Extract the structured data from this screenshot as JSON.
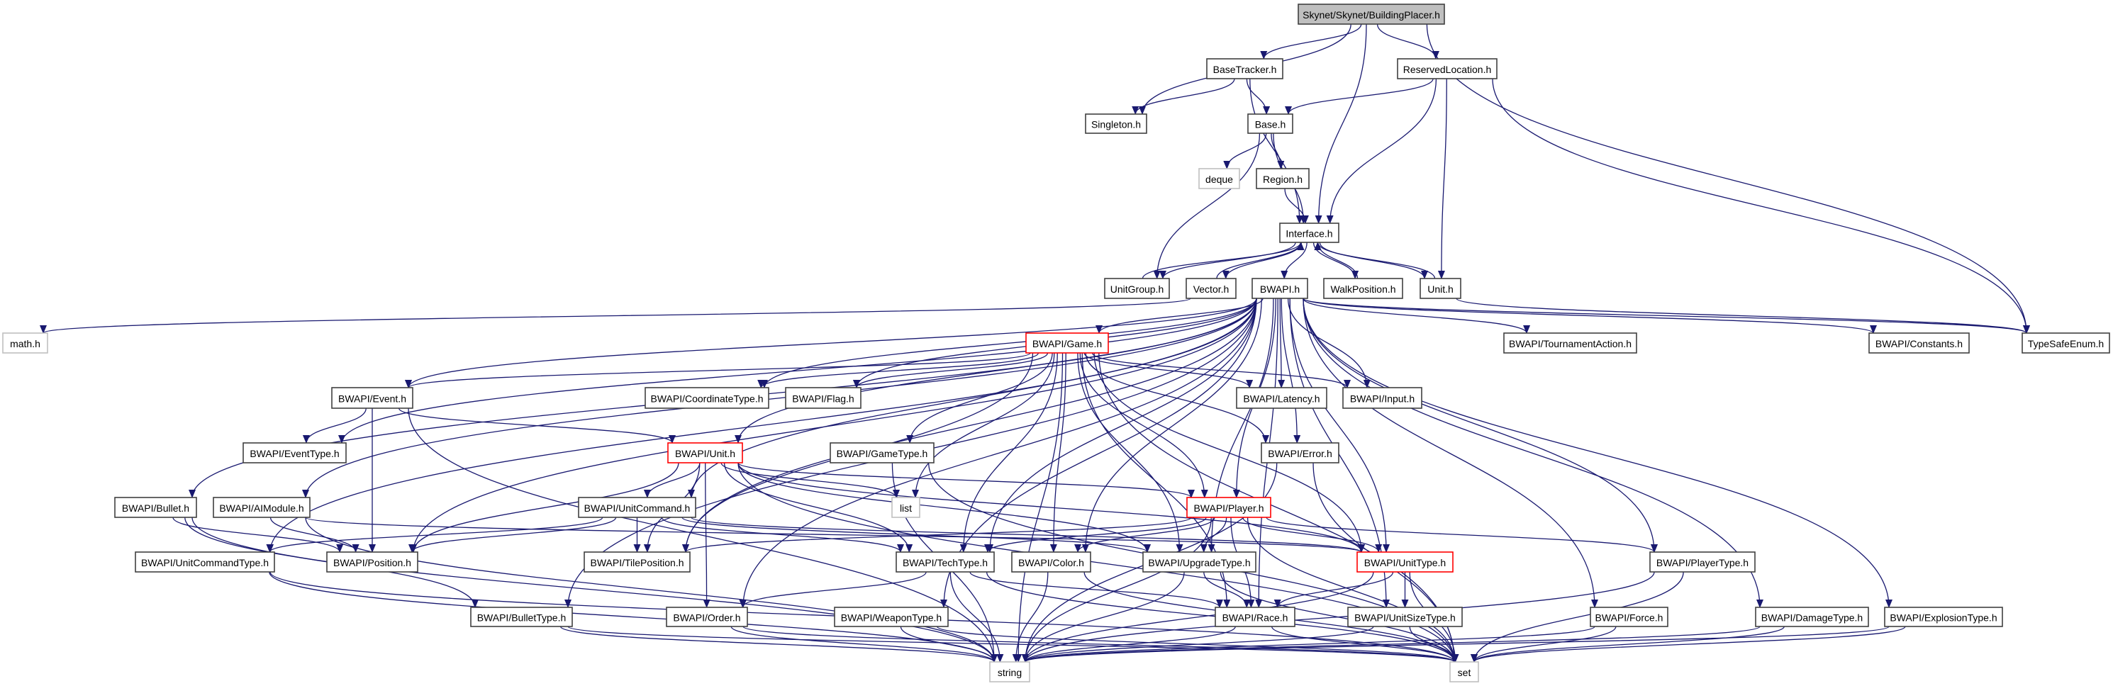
{
  "graph": {
    "edge_color": "#191970",
    "nodes": [
      {
        "id": "top",
        "label": "Skynet/Skynet/BuildingPlacer.h",
        "style": "root"
      },
      {
        "id": "basetracker",
        "label": "BaseTracker.h",
        "style": "normal"
      },
      {
        "id": "reservedlocation",
        "label": "ReservedLocation.h",
        "style": "normal"
      },
      {
        "id": "singleton",
        "label": "Singleton.h",
        "style": "normal"
      },
      {
        "id": "base",
        "label": "Base.h",
        "style": "normal"
      },
      {
        "id": "deque",
        "label": "deque",
        "style": "gray"
      },
      {
        "id": "region",
        "label": "Region.h",
        "style": "normal"
      },
      {
        "id": "interface",
        "label": "Interface.h",
        "style": "normal"
      },
      {
        "id": "unitgroup",
        "label": "UnitGroup.h",
        "style": "normal"
      },
      {
        "id": "vector",
        "label": "Vector.h",
        "style": "normal"
      },
      {
        "id": "bwapi",
        "label": "BWAPI.h",
        "style": "normal"
      },
      {
        "id": "walkposition",
        "label": "WalkPosition.h",
        "style": "normal"
      },
      {
        "id": "unit",
        "label": "Unit.h",
        "style": "normal"
      },
      {
        "id": "math",
        "label": "math.h",
        "style": "gray"
      },
      {
        "id": "game",
        "label": "BWAPI/Game.h",
        "style": "red"
      },
      {
        "id": "tournamentaction",
        "label": "BWAPI/TournamentAction.h",
        "style": "normal"
      },
      {
        "id": "constants",
        "label": "BWAPI/Constants.h",
        "style": "normal"
      },
      {
        "id": "typesafeenum",
        "label": "TypeSafeEnum.h",
        "style": "normal"
      },
      {
        "id": "event",
        "label": "BWAPI/Event.h",
        "style": "normal"
      },
      {
        "id": "coordinatetype",
        "label": "BWAPI/CoordinateType.h",
        "style": "normal"
      },
      {
        "id": "flag",
        "label": "BWAPI/Flag.h",
        "style": "normal"
      },
      {
        "id": "latency",
        "label": "BWAPI/Latency.h",
        "style": "normal"
      },
      {
        "id": "input",
        "label": "BWAPI/Input.h",
        "style": "normal"
      },
      {
        "id": "eventtype",
        "label": "BWAPI/EventType.h",
        "style": "normal"
      },
      {
        "id": "bwunit",
        "label": "BWAPI/Unit.h",
        "style": "red"
      },
      {
        "id": "gametype",
        "label": "BWAPI/GameType.h",
        "style": "normal"
      },
      {
        "id": "error",
        "label": "BWAPI/Error.h",
        "style": "normal"
      },
      {
        "id": "bullet",
        "label": "BWAPI/Bullet.h",
        "style": "normal"
      },
      {
        "id": "aimodule",
        "label": "BWAPI/AIModule.h",
        "style": "normal"
      },
      {
        "id": "unitcommand",
        "label": "BWAPI/UnitCommand.h",
        "style": "normal"
      },
      {
        "id": "list",
        "label": "list",
        "style": "gray"
      },
      {
        "id": "player",
        "label": "BWAPI/Player.h",
        "style": "red"
      },
      {
        "id": "unitcommandtype",
        "label": "BWAPI/UnitCommandType.h",
        "style": "normal"
      },
      {
        "id": "position",
        "label": "BWAPI/Position.h",
        "style": "normal"
      },
      {
        "id": "tileposition",
        "label": "BWAPI/TilePosition.h",
        "style": "normal"
      },
      {
        "id": "techtype",
        "label": "BWAPI/TechType.h",
        "style": "normal"
      },
      {
        "id": "color",
        "label": "BWAPI/Color.h",
        "style": "normal"
      },
      {
        "id": "upgradetype",
        "label": "BWAPI/UpgradeType.h",
        "style": "normal"
      },
      {
        "id": "unittype",
        "label": "BWAPI/UnitType.h",
        "style": "red"
      },
      {
        "id": "playertype",
        "label": "BWAPI/PlayerType.h",
        "style": "normal"
      },
      {
        "id": "bullettype",
        "label": "BWAPI/BulletType.h",
        "style": "normal"
      },
      {
        "id": "order",
        "label": "BWAPI/Order.h",
        "style": "normal"
      },
      {
        "id": "weapontype",
        "label": "BWAPI/WeaponType.h",
        "style": "normal"
      },
      {
        "id": "race",
        "label": "BWAPI/Race.h",
        "style": "normal"
      },
      {
        "id": "unitsizetype",
        "label": "BWAPI/UnitSizeType.h",
        "style": "normal"
      },
      {
        "id": "force",
        "label": "BWAPI/Force.h",
        "style": "normal"
      },
      {
        "id": "damagetype",
        "label": "BWAPI/DamageType.h",
        "style": "normal"
      },
      {
        "id": "explosiontype",
        "label": "BWAPI/ExplosionType.h",
        "style": "normal"
      },
      {
        "id": "string",
        "label": "string",
        "style": "gray"
      },
      {
        "id": "set",
        "label": "set",
        "style": "gray"
      }
    ],
    "edges": [
      [
        "top",
        "singleton"
      ],
      [
        "top",
        "basetracker"
      ],
      [
        "top",
        "interface"
      ],
      [
        "top",
        "reservedlocation"
      ],
      [
        "top",
        "typesafeenum"
      ],
      [
        "basetracker",
        "singleton"
      ],
      [
        "basetracker",
        "base"
      ],
      [
        "basetracker",
        "interface"
      ],
      [
        "reservedlocation",
        "base"
      ],
      [
        "reservedlocation",
        "interface"
      ],
      [
        "reservedlocation",
        "unit"
      ],
      [
        "reservedlocation",
        "typesafeenum"
      ],
      [
        "base",
        "deque"
      ],
      [
        "base",
        "region"
      ],
      [
        "base",
        "interface"
      ],
      [
        "base",
        "unitgroup"
      ],
      [
        "region",
        "interface"
      ],
      [
        "interface",
        "unitgroup"
      ],
      [
        "interface",
        "vector"
      ],
      [
        "interface",
        "bwapi"
      ],
      [
        "interface",
        "walkposition"
      ],
      [
        "interface",
        "unit"
      ],
      [
        "unitgroup",
        "interface"
      ],
      [
        "vector",
        "interface"
      ],
      [
        "walkposition",
        "interface"
      ],
      [
        "unit",
        "interface"
      ],
      [
        "vector",
        "math"
      ],
      [
        "unit",
        "typesafeenum"
      ],
      [
        "bwapi",
        "game"
      ],
      [
        "bwapi",
        "event"
      ],
      [
        "bwapi",
        "eventtype"
      ],
      [
        "bwapi",
        "coordinatetype"
      ],
      [
        "bwapi",
        "flag"
      ],
      [
        "bwapi",
        "latency"
      ],
      [
        "bwapi",
        "input"
      ],
      [
        "bwapi",
        "tournamentaction"
      ],
      [
        "bwapi",
        "constants"
      ],
      [
        "bwapi",
        "typesafeenum"
      ],
      [
        "bwapi",
        "bullet"
      ],
      [
        "bwapi",
        "aimodule"
      ],
      [
        "bwapi",
        "unitcommandtype"
      ],
      [
        "bwapi",
        "position"
      ],
      [
        "bwapi",
        "bwunit"
      ],
      [
        "bwapi",
        "unitcommand"
      ],
      [
        "bwapi",
        "tileposition"
      ],
      [
        "bwapi",
        "bullettype"
      ],
      [
        "bwapi",
        "order"
      ],
      [
        "bwapi",
        "error"
      ],
      [
        "bwapi",
        "player"
      ],
      [
        "bwapi",
        "unittype"
      ],
      [
        "bwapi",
        "race"
      ],
      [
        "bwapi",
        "techtype"
      ],
      [
        "bwapi",
        "upgradetype"
      ],
      [
        "bwapi",
        "color"
      ],
      [
        "bwapi",
        "weapontype"
      ],
      [
        "bwapi",
        "playertype"
      ],
      [
        "bwapi",
        "force"
      ],
      [
        "bwapi",
        "damagetype"
      ],
      [
        "bwapi",
        "explosiontype"
      ],
      [
        "bwapi",
        "unitsizetype"
      ],
      [
        "game",
        "event"
      ],
      [
        "game",
        "coordinatetype"
      ],
      [
        "game",
        "flag"
      ],
      [
        "game",
        "latency"
      ],
      [
        "game",
        "input"
      ],
      [
        "game",
        "error"
      ],
      [
        "game",
        "gametype"
      ],
      [
        "game",
        "list"
      ],
      [
        "game",
        "techtype"
      ],
      [
        "game",
        "color"
      ],
      [
        "game",
        "upgradetype"
      ],
      [
        "game",
        "unittype"
      ],
      [
        "game",
        "race"
      ],
      [
        "game",
        "player"
      ],
      [
        "game",
        "tileposition"
      ],
      [
        "game",
        "string"
      ],
      [
        "game",
        "set"
      ],
      [
        "event",
        "eventtype"
      ],
      [
        "event",
        "bwunit"
      ],
      [
        "event",
        "position"
      ],
      [
        "event",
        "string"
      ],
      [
        "bwunit",
        "unitcommand"
      ],
      [
        "bwunit",
        "tileposition"
      ],
      [
        "bwunit",
        "position"
      ],
      [
        "bwunit",
        "order"
      ],
      [
        "bwunit",
        "list"
      ],
      [
        "bwunit",
        "techtype"
      ],
      [
        "bwunit",
        "upgradetype"
      ],
      [
        "bwunit",
        "unittype"
      ],
      [
        "bwunit",
        "player"
      ],
      [
        "bwunit",
        "set"
      ],
      [
        "unitcommand",
        "unitcommandtype"
      ],
      [
        "unitcommand",
        "position"
      ],
      [
        "unitcommand",
        "tileposition"
      ],
      [
        "unitcommand",
        "techtype"
      ],
      [
        "unitcommand",
        "upgradetype"
      ],
      [
        "unitcommand",
        "unittype"
      ],
      [
        "bullet",
        "position"
      ],
      [
        "bullet",
        "bullettype"
      ],
      [
        "bullet",
        "string"
      ],
      [
        "aimodule",
        "position"
      ],
      [
        "aimodule",
        "unittype"
      ],
      [
        "aimodule",
        "string"
      ],
      [
        "unitcommandtype",
        "string"
      ],
      [
        "unitcommandtype",
        "set"
      ],
      [
        "player",
        "tileposition"
      ],
      [
        "player",
        "techtype"
      ],
      [
        "player",
        "color"
      ],
      [
        "player",
        "upgradetype"
      ],
      [
        "player",
        "unittype"
      ],
      [
        "player",
        "race"
      ],
      [
        "player",
        "playertype"
      ],
      [
        "player",
        "string"
      ],
      [
        "player",
        "set"
      ],
      [
        "techtype",
        "order"
      ],
      [
        "techtype",
        "race"
      ],
      [
        "techtype",
        "string"
      ],
      [
        "techtype",
        "set"
      ],
      [
        "color",
        "string"
      ],
      [
        "color",
        "set"
      ],
      [
        "upgradetype",
        "race"
      ],
      [
        "upgradetype",
        "string"
      ],
      [
        "upgradetype",
        "set"
      ],
      [
        "unittype",
        "race"
      ],
      [
        "unittype",
        "unitsizetype"
      ],
      [
        "unittype",
        "string"
      ],
      [
        "unittype",
        "set"
      ],
      [
        "unitsizetype",
        "string"
      ],
      [
        "unitsizetype",
        "set"
      ],
      [
        "race",
        "string"
      ],
      [
        "race",
        "set"
      ],
      [
        "order",
        "string"
      ],
      [
        "order",
        "set"
      ],
      [
        "bullettype",
        "string"
      ],
      [
        "bullettype",
        "set"
      ],
      [
        "weapontype",
        "string"
      ],
      [
        "weapontype",
        "set"
      ],
      [
        "gametype",
        "string"
      ],
      [
        "gametype",
        "set"
      ],
      [
        "error",
        "string"
      ],
      [
        "error",
        "set"
      ],
      [
        "playertype",
        "string"
      ],
      [
        "playertype",
        "set"
      ],
      [
        "force",
        "string"
      ],
      [
        "force",
        "set"
      ],
      [
        "damagetype",
        "string"
      ],
      [
        "damagetype",
        "set"
      ],
      [
        "explosiontype",
        "string"
      ],
      [
        "explosiontype",
        "set"
      ]
    ]
  }
}
